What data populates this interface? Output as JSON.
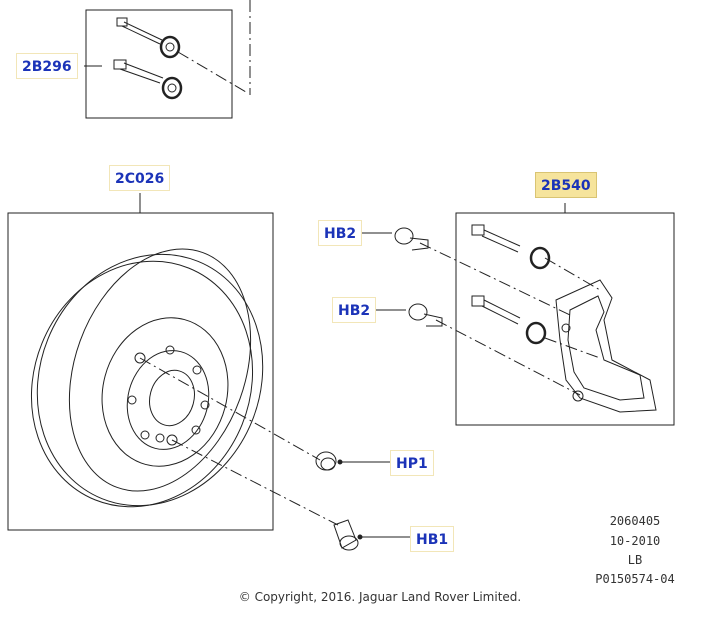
{
  "colors": {
    "callout_text": "#1b33b8",
    "selected_bg": "#f6e49c",
    "line": "#222222"
  },
  "callouts": {
    "bolt_kit": "2B296",
    "disc": "2C026",
    "caliper_carrier": "2B540",
    "hb2_upper": "HB2",
    "hb2_lower": "HB2",
    "hp1": "HP1",
    "hb1": "HB1"
  },
  "selected_part": "2B540",
  "meta": {
    "line1": "2060405",
    "line2": "10-2010",
    "line3": "LB",
    "line4": "P0150574-04"
  },
  "copyright": "© Copyright, 2016. Jaguar Land Rover Limited."
}
